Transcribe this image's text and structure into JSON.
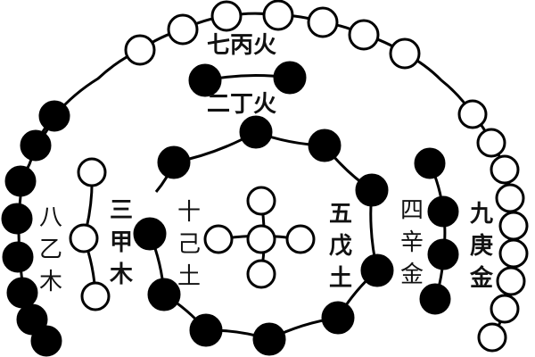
{
  "labels": {
    "fire_outer": "七丙火",
    "fire_inner": "二丁火",
    "wood_outer": "八乙木",
    "wood_inner": "三甲木",
    "earth_inner": "十己土",
    "earth_outer": "五戊土",
    "metal_inner": "四辛金",
    "metal_outer": "九庚金"
  },
  "colors": {
    "yin_dot": "#000000",
    "yang_dot": "#ffffff",
    "line": "#000000"
  },
  "groups": [
    {
      "name": "fire-7",
      "dots": 7,
      "type": "yang"
    },
    {
      "name": "fire-2",
      "dots": 2,
      "type": "yin"
    },
    {
      "name": "wood-8",
      "dots": 8,
      "type": "yin"
    },
    {
      "name": "wood-3",
      "dots": 3,
      "type": "yang"
    },
    {
      "name": "earth-10",
      "dots": 10,
      "type": "yin"
    },
    {
      "name": "earth-5",
      "dots": 5,
      "type": "yang"
    },
    {
      "name": "metal-4",
      "dots": 4,
      "type": "yin"
    },
    {
      "name": "metal-9",
      "dots": 9,
      "type": "yang"
    }
  ]
}
